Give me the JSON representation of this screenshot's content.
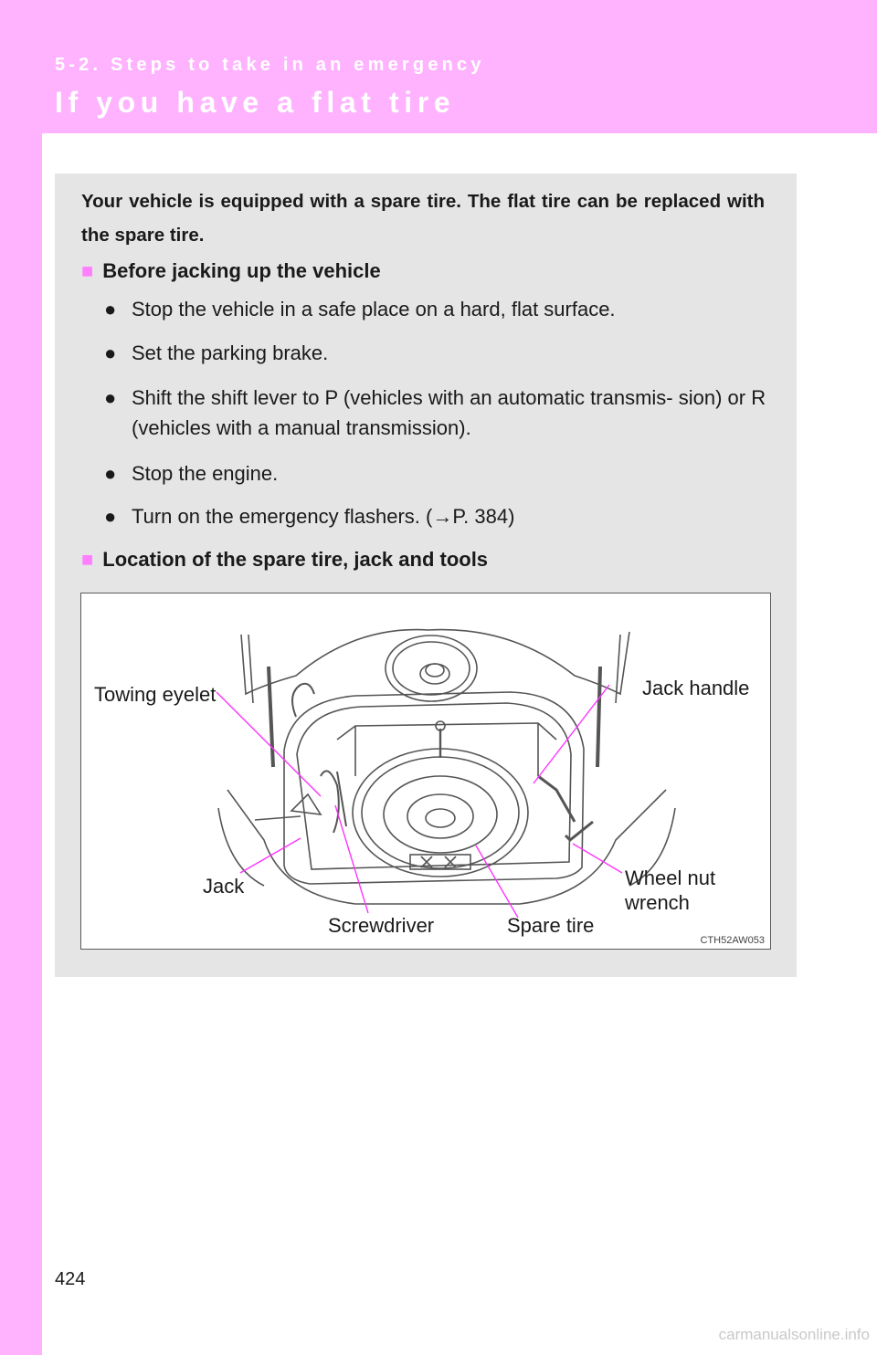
{
  "header": {
    "section": "5-2. Steps to take in an emergency",
    "title": "If you have a flat tire"
  },
  "intro": "Your vehicle is equipped with a spare tire. The flat tire can be replaced with the spare tire.",
  "section1": {
    "marker": "■",
    "heading": "Before jacking up the vehicle",
    "bullet_glyph": "●",
    "bullets": [
      "Stop the vehicle in a safe place on a hard, flat surface.",
      "Set the parking brake.",
      "Shift the shift lever to P (vehicles with an automatic transmis- sion) or R (vehicles with a manual transmission).",
      "Stop the engine.",
      "Turn on the emergency flashers. (→P. 384)"
    ]
  },
  "section2": {
    "marker": "■",
    "heading": "Location of the spare tire, jack and tools"
  },
  "figure": {
    "labels": {
      "towing_eyelet": "Towing eyelet",
      "jack_handle": "Jack handle",
      "jack": "Jack",
      "wheel_nut_wrench_1": "Wheel nut",
      "wheel_nut_wrench_2": "wrench",
      "screwdriver": "Screwdriver",
      "spare_tire": "Spare tire"
    },
    "code": "CTH52AW053",
    "leader_color": "#ff33ff"
  },
  "page_number": "424",
  "watermark": "carmanualsonline.info"
}
